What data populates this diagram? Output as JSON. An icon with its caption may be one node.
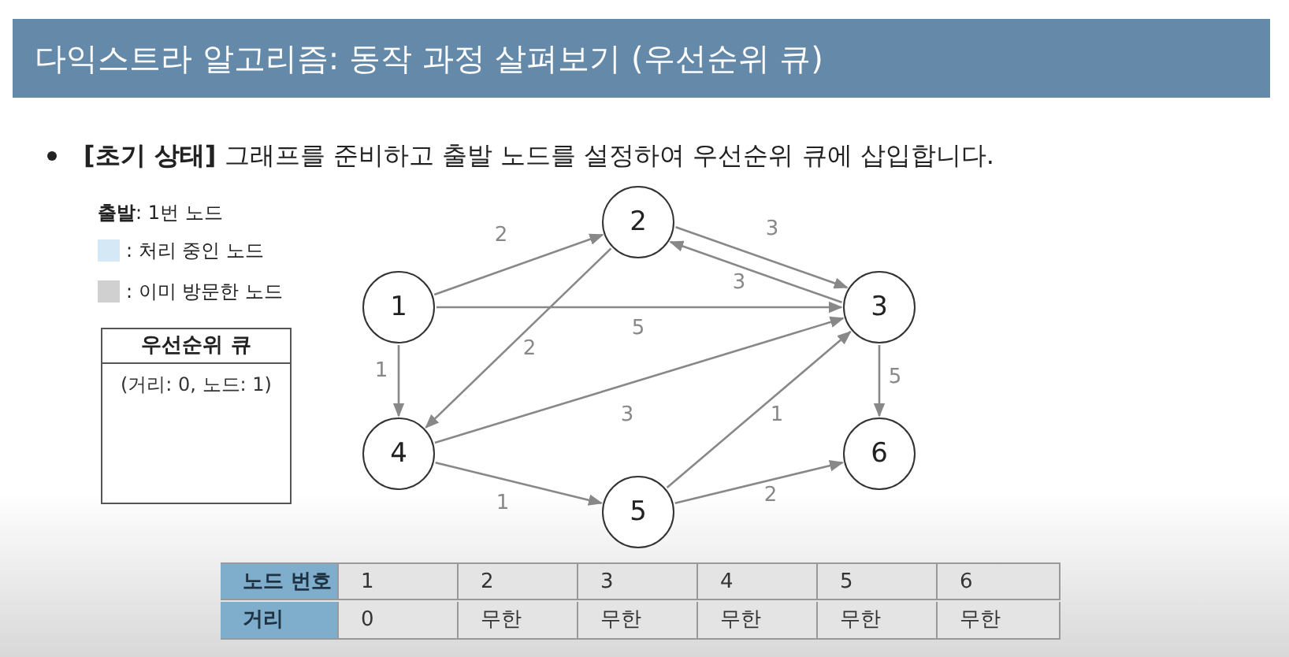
{
  "diagram": {
    "title": "다익스트라 알고리즘: 동작 과정 살펴보기 (우선순위 큐)",
    "nodes": [
      {
        "text": [
          "우선순위 큐",
          "(거리: 0, 노드: 1)"
        ]
      },
      {
        "text": [
          "1"
        ]
      },
      {
        "text": [
          "2"
        ]
      },
      {
        "text": [
          "3"
        ]
      },
      {
        "text": [
          "4"
        ]
      },
      {
        "text": [
          "5"
        ]
      },
      {
        "text": [
          "6"
        ]
      }
    ],
    "edges": [
      {
        "from": 1,
        "to": 2,
        "arrow": "to",
        "label": "2"
      },
      {
        "from": 2,
        "to": 3,
        "arrow": "to",
        "label": "3"
      },
      {
        "from": 3,
        "to": 2,
        "arrow": "to",
        "label": "3"
      },
      {
        "from": 1,
        "to": 3,
        "arrow": "to",
        "label": "5"
      },
      {
        "from": 2,
        "to": 4,
        "arrow": "to",
        "label": "2"
      },
      {
        "from": 1,
        "to": 4,
        "arrow": "to",
        "label": "1"
      },
      {
        "from": 4,
        "to": 3,
        "arrow": "to",
        "label": "3"
      },
      {
        "from": 4,
        "to": 5,
        "arrow": "to",
        "label": "1"
      },
      {
        "from": 5,
        "to": 3,
        "arrow": "to",
        "label": "1"
      },
      {
        "from": 5,
        "to": 6,
        "arrow": "to",
        "label": "2"
      },
      {
        "from": 3,
        "to": 6,
        "arrow": "to",
        "label": "5"
      }
    ],
    "labels": [
      "**[초기 상태]** 그래프를 준비하고 출발 노드를 설정하여 우선순위 큐에 삽입합니다.",
      "**출발**: 1번 노드",
      "노드 번호",
      "1",
      "2",
      "3",
      "4",
      "5",
      "6",
      "거리",
      "0",
      "무한",
      "무한",
      "무한",
      "무한",
      "무한"
    ],
    "legend": [
      {
        "text": ": 처리 중인 노드",
        "color": "#d4e9f5"
      },
      {
        "text": ": 이미 방문한 노드",
        "color": "#d0d0d0"
      }
    ]
  }
}
